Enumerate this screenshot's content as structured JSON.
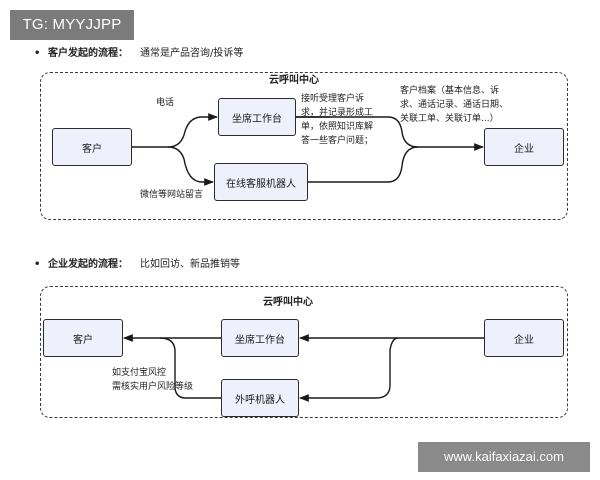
{
  "watermark_top": "TG: MYYJJPP",
  "watermark_bottom": "www.kaifaxiazai.com",
  "section1": {
    "bullet": "•",
    "title": "客户发起的流程：",
    "desc": "通常是产品咨询/投诉等",
    "frame_title": "云呼叫中心",
    "nodes": {
      "customer": "客户",
      "agent_desk": "坐席工作台",
      "online_bot": "在线客服机器人",
      "enterprise": "企业"
    },
    "labels": {
      "phone": "电话",
      "wechat": "微信等网站留言",
      "agent_note_lines": [
        "接听受理客户诉",
        "求，并记录形成工",
        "单，依照知识库解",
        "答一些客户问题；"
      ],
      "archive_lines": [
        "客户档案（基本信息、诉",
        "求、通话记录、通话日期、",
        "关联工单、关联订单...）"
      ]
    }
  },
  "section2": {
    "bullet": "•",
    "title": "企业发起的流程：",
    "desc": "比如回访、新品推销等",
    "frame_title": "云呼叫中心",
    "nodes": {
      "customer": "客户",
      "agent_desk": "坐席工作台",
      "outbound_bot": "外呼机器人",
      "enterprise": "企业"
    },
    "labels": {
      "risk_lines": [
        "如支付宝风控",
        "需核实用户风险等级"
      ]
    }
  }
}
